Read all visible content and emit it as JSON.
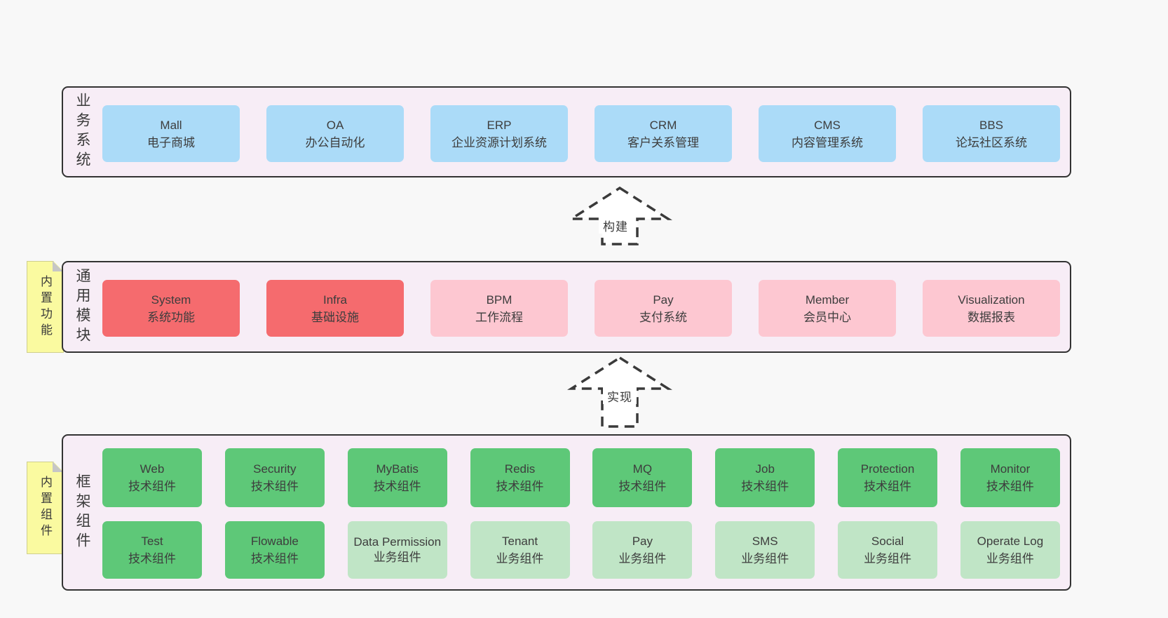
{
  "colors": {
    "page_bg": "#f8f8f8",
    "band_bg": "#f7edf6",
    "band_border": "#333333",
    "box_blue": "#abdbf8",
    "box_red": "#f56b6e",
    "box_pink": "#fdc7d1",
    "box_green_dark": "#5ec878",
    "box_green_light": "#c0e5c6",
    "sticky_yellow": "#fafaa0",
    "arrow_dash": "#3a3a3a"
  },
  "arrows": {
    "build": {
      "label": "构建"
    },
    "implement": {
      "label": "实现"
    }
  },
  "bands": {
    "business": {
      "label": "业务系统",
      "items": [
        {
          "title": "Mall",
          "subtitle": "电子商城"
        },
        {
          "title": "OA",
          "subtitle": "办公自动化"
        },
        {
          "title": "ERP",
          "subtitle": "企业资源计划系统"
        },
        {
          "title": "CRM",
          "subtitle": "客户关系管理"
        },
        {
          "title": "CMS",
          "subtitle": "内容管理系统"
        },
        {
          "title": "BBS",
          "subtitle": "论坛社区系统"
        }
      ]
    },
    "modules": {
      "label": "通用模块",
      "note": "内置功能",
      "items": [
        {
          "title": "System",
          "subtitle": "系统功能",
          "variant": "red"
        },
        {
          "title": "Infra",
          "subtitle": "基础设施",
          "variant": "red"
        },
        {
          "title": "BPM",
          "subtitle": "工作流程",
          "variant": "pink"
        },
        {
          "title": "Pay",
          "subtitle": "支付系统",
          "variant": "pink"
        },
        {
          "title": "Member",
          "subtitle": "会员中心",
          "variant": "pink"
        },
        {
          "title": "Visualization",
          "subtitle": "数据报表",
          "variant": "pink"
        }
      ]
    },
    "components": {
      "label": "框架组件",
      "note": "内置组件",
      "row1": [
        {
          "title": "Web",
          "subtitle": "技术组件"
        },
        {
          "title": "Security",
          "subtitle": "技术组件"
        },
        {
          "title": "MyBatis",
          "subtitle": "技术组件"
        },
        {
          "title": "Redis",
          "subtitle": "技术组件"
        },
        {
          "title": "MQ",
          "subtitle": "技术组件"
        },
        {
          "title": "Job",
          "subtitle": "技术组件"
        },
        {
          "title": "Protection",
          "subtitle": "技术组件"
        },
        {
          "title": "Monitor",
          "subtitle": "技术组件"
        }
      ],
      "row2": [
        {
          "title": "Test",
          "subtitle": "技术组件",
          "variant": "green_dark"
        },
        {
          "title": "Flowable",
          "subtitle": "技术组件",
          "variant": "green_dark"
        },
        {
          "title": "Data Permission",
          "subtitle": "业务组件",
          "variant": "green_light"
        },
        {
          "title": "Tenant",
          "subtitle": "业务组件",
          "variant": "green_light"
        },
        {
          "title": "Pay",
          "subtitle": "业务组件",
          "variant": "green_light"
        },
        {
          "title": "SMS",
          "subtitle": "业务组件",
          "variant": "green_light"
        },
        {
          "title": "Social",
          "subtitle": "业务组件",
          "variant": "green_light"
        },
        {
          "title": "Operate Log",
          "subtitle": "业务组件",
          "variant": "green_light"
        }
      ]
    }
  }
}
